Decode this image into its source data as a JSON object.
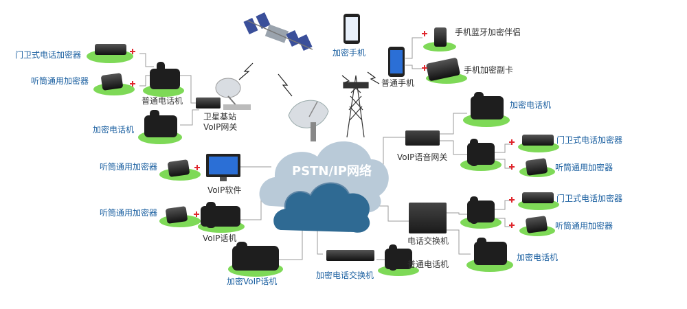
{
  "colors": {
    "link_line": "#9a9a9a",
    "label_blue": "#1a5fa0",
    "label_dark": "#333333",
    "pad_green": "#7ed957",
    "plus_red": "#e0262d",
    "cloud_light": "#b9cad8",
    "cloud_mid": "#5f86a6",
    "cloud_dark": "#2f6a93",
    "device_black": "#1e1e1e",
    "satellite_panel": "#3a4f9a",
    "screen_blue": "#2b6fd6"
  },
  "labels": {
    "cloud": "PSTN/IP网络",
    "door_encryptor_tl": "门卫式电话加密器",
    "handset_encryptor_tl": "听筒通用加密器",
    "ordinary_phone_tl": "普通电话机",
    "encrypted_phone_tl": "加密电话机",
    "sat_station_line1": "卫星基站",
    "sat_station_line2": "VoIP网关",
    "handset_encryptor_sw": "听筒通用加密器",
    "voip_software": "VoIP软件",
    "handset_encryptor_voip": "听筒通用加密器",
    "voip_phone": "VoIP话机",
    "encrypted_voip_phone": "加密VoIP话机",
    "encrypted_pbx": "加密电话交换机",
    "ordinary_phone_bottom": "普通电话机",
    "encrypted_mobile": "加密手机",
    "ordinary_mobile": "普通手机",
    "bt_companion": "手机蓝牙加密伴侣",
    "sim_card": "手机加密副卡",
    "encrypted_phone_r1": "加密电话机",
    "voip_gateway_r": "VoIP语音网关",
    "door_encryptor_r1": "门卫式电话加密器",
    "handset_encryptor_r1": "听筒通用加密器",
    "door_encryptor_r2": "门卫式电话加密器",
    "handset_encryptor_r2": "听筒通用加密器",
    "pbx": "电话交换机",
    "encrypted_phone_r2": "加密电话机"
  },
  "icons": {
    "satellite": "satellite-icon",
    "dish": "satellite-dish-icon",
    "tower": "cell-tower-icon",
    "cloud": "cloud-icon",
    "lightning": "wireless-lightning-icon",
    "plus": "plus-icon"
  }
}
